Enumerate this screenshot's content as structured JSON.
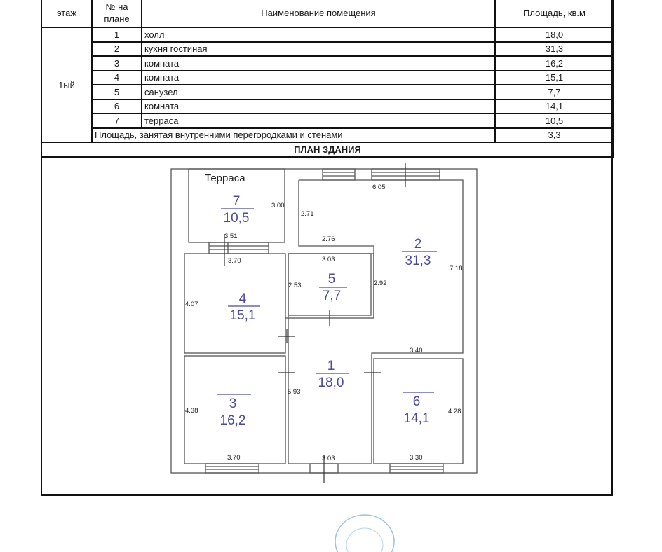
{
  "table": {
    "headers": {
      "floor": "этаж",
      "plan_no": "№ на плане",
      "room_name": "Наименование помещения",
      "area": "Площадь, кв.м"
    },
    "floor_label": "1ый",
    "rows": [
      {
        "no": "1",
        "name": "холл",
        "area": "18,0"
      },
      {
        "no": "2",
        "name": "кухня гостиная",
        "area": "31,3"
      },
      {
        "no": "3",
        "name": "комната",
        "area": "16,2"
      },
      {
        "no": "4",
        "name": "комната",
        "area": "15,1"
      },
      {
        "no": "5",
        "name": "санузел",
        "area": "7,7"
      },
      {
        "no": "6",
        "name": "комната",
        "area": "14,1"
      },
      {
        "no": "7",
        "name": "терраса",
        "area": "10,5"
      }
    ],
    "partitions": {
      "label": "Площадь, занятая внутренними перегородками и стенами",
      "area": "3,3"
    },
    "plan_title": "ПЛАН ЗДАНИЯ"
  },
  "plan": {
    "terrace_label": "Терраса",
    "rooms": [
      {
        "no": "1",
        "area": "18,0"
      },
      {
        "no": "2",
        "area": "31,3"
      },
      {
        "no": "3",
        "area": "16,2"
      },
      {
        "no": "4",
        "area": "15,1"
      },
      {
        "no": "5",
        "area": "7,7"
      },
      {
        "no": "6",
        "area": "14,1"
      },
      {
        "no": "7",
        "area": "10,5"
      }
    ],
    "dimensions": {
      "terrace_height": "3.00",
      "terrace_width": "3.51",
      "kitchen_top": "6.05",
      "kitchen_left_upper": "2.71",
      "kitchen_inner": "2.76",
      "kitchen_right": "7.18",
      "bath_top": "3.03",
      "bath_left": "2.53",
      "bath_right": "2.92",
      "room4_top": "3.70",
      "room4_left": "4.07",
      "hall_bottom": "3.03",
      "hall_height": "5.93",
      "room3_left": "4.38",
      "room3_bottom": "3.70",
      "room6_top": "3.40",
      "room6_right": "4.28",
      "room6_bottom": "3.30"
    },
    "colors": {
      "room_label": "#4a4aa0",
      "wall": "#555555",
      "dim_text": "#222222"
    }
  }
}
